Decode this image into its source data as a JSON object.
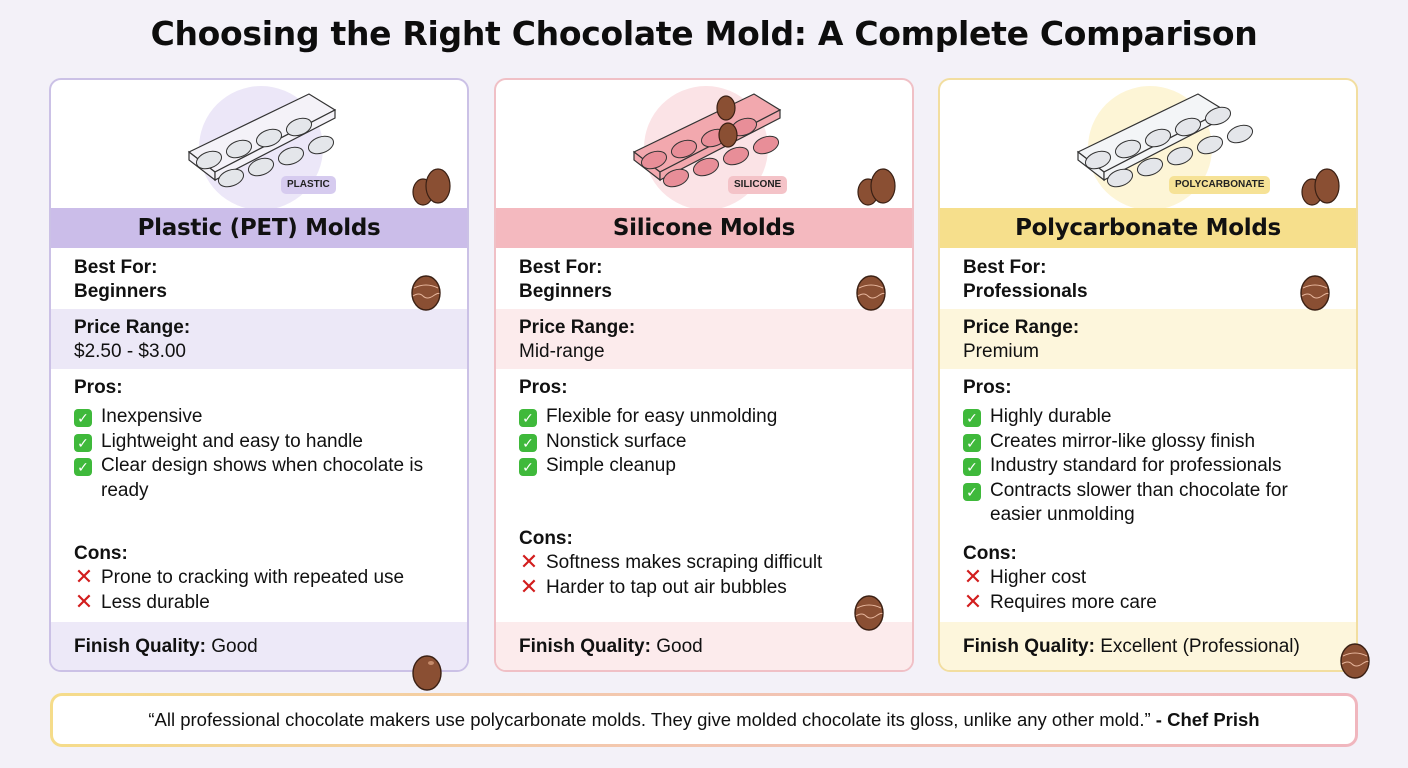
{
  "title": "Choosing the Right Chocolate Mold: A Complete Comparison",
  "colors": {
    "plastic_accent": "#cbbde9",
    "silicone_accent": "#f4b9bf",
    "polycarbonate_accent": "#f6df8c",
    "check_green": "#3fb93b",
    "cross_red": "#d21d1d",
    "chocolate_brown": "#8a4f33"
  },
  "labels": {
    "best_for": "Best For:",
    "price_range": "Price Range:",
    "pros": "Pros:",
    "cons": "Cons:",
    "finish_quality": "Finish Quality:"
  },
  "cards": [
    {
      "tag": "PLASTIC",
      "title": "Plastic (PET) Molds",
      "best_for": "Beginners",
      "price_range": "$2.50 - $3.00",
      "pros": [
        "Inexpensive",
        "Lightweight and easy to handle",
        "Clear design shows when chocolate is ready"
      ],
      "cons": [
        "Prone to cracking with repeated use",
        "Less durable"
      ],
      "finish_quality": "Good"
    },
    {
      "tag": "SILICONE",
      "title": "Silicone Molds",
      "best_for": "Beginners",
      "price_range": "Mid-range",
      "pros": [
        "Flexible for easy unmolding",
        "Nonstick surface",
        "Simple cleanup"
      ],
      "cons": [
        "Softness makes scraping difficult",
        "Harder to tap out air bubbles"
      ],
      "finish_quality": "Good"
    },
    {
      "tag": "POLYCARBONATE",
      "title": "Polycarbonate Molds",
      "best_for": "Professionals",
      "price_range": "Premium",
      "pros": [
        "Highly durable",
        "Creates mirror-like glossy finish",
        "Industry standard for professionals",
        "Contracts slower than chocolate for easier unmolding"
      ],
      "cons": [
        "Higher cost",
        "Requires more care"
      ],
      "finish_quality": "Excellent (Professional)"
    }
  ],
  "icons": {
    "check": "✓",
    "cross": "✕"
  },
  "quote": {
    "text": "“All professional chocolate makers use polycarbonate molds. They give molded chocolate its gloss, unlike any other mold.”",
    "attribution": "- Chef Prish"
  }
}
